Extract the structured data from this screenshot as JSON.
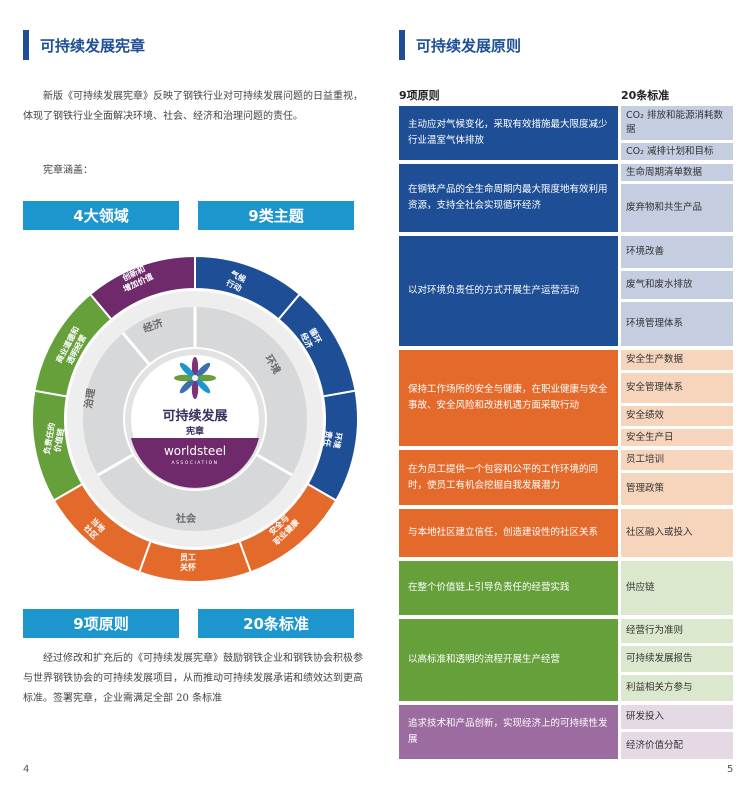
{
  "left": {
    "heading": "可持续发展宪章",
    "intro": "新版《可持续发展宪章》反映了钢铁行业对可持续发展问题的日益重视，体现了钢铁行业全面解决环境、社会、经济和治理问题的责任。",
    "covers": "宪章涵盖：",
    "banner_domains": "4大领域",
    "banner_themes": "9类主题",
    "banner_principles": "9项原则",
    "banner_standards": "20条标准",
    "outro": "经过修改和扩充后的《可持续发展宪章》鼓励钢铁企业和钢铁协会积极参与世界钢铁协会的可持续发展项目，从而推动可持续发展承诺和绩效达到更高标准。签署宪章，企业需满足全部 20 条标准",
    "page_number": "4"
  },
  "wheel": {
    "domains": {
      "economy": "经济",
      "environment": "环境",
      "society": "社会",
      "governance": "治理"
    },
    "themes": {
      "climate": [
        "气候",
        "行动"
      ],
      "circular": [
        "循环",
        "经济"
      ],
      "env_resp": [
        "环境",
        "责任"
      ],
      "safety": [
        "安全与",
        "职业健康"
      ],
      "employee": [
        "员工",
        "关怀"
      ],
      "community": [
        "当地",
        "社区"
      ],
      "responsible_value": [
        "负责任的",
        "价值链"
      ],
      "ethics": [
        "商业道德和",
        "透明经营"
      ],
      "innovation": [
        "创新和",
        "增加价值"
      ]
    },
    "center_title": "可持续发展",
    "center_sub": "宪章",
    "brand": "worldsteel",
    "brand_sub": "ASSOCIATION"
  },
  "colors": {
    "navy": "#1e4f96",
    "purple": "#6e2a6b",
    "green": "#65a03b",
    "orange": "#e46a2c",
    "banner_blue": "#1d96cd",
    "mauve": "#9c6ba0"
  },
  "right": {
    "heading": "可持续发展原则",
    "col_principles": "9项原则",
    "col_standards": "20条标准",
    "principles": [
      "主动应对气候变化，采取有效措施最大限度减少行业温室气体排放",
      "在钢铁产品的全生命周期内最大限度地有效利用资源，支持全社会实现循环经济",
      "以对环境负责任的方式开展生产运营活动",
      "保持工作场所的安全与健康，在职业健康与安全事故、安全风险和改进机遇方面采取行动",
      "在为员工提供一个包容和公平的工作环境的同时，使员工有机会挖掘自我发展潜力",
      "与本地社区建立信任，创造建设性的社区关系",
      "在整个价值链上引导负责任的经营实践",
      "以高标准和透明的流程开展生产经营",
      "追求技术和产品创新，实现经济上的可持续性发展"
    ],
    "standards": [
      "CO₂ 排放和能源消耗数据",
      "CO₂ 减排计划和目标",
      "生命周期清单数据",
      "废弃物和共生产品",
      "环境改善",
      "废气和废水排放",
      "环境管理体系",
      "安全生产数据",
      "安全管理体系",
      "安全绩效",
      "安全生产日",
      "员工培训",
      "管理政策",
      "社区融入或投入",
      "供应链",
      "经营行为准则",
      "可持续发展报告",
      "利益相关方参与",
      "研发投入",
      "经济价值分配"
    ],
    "page_number": "5"
  }
}
